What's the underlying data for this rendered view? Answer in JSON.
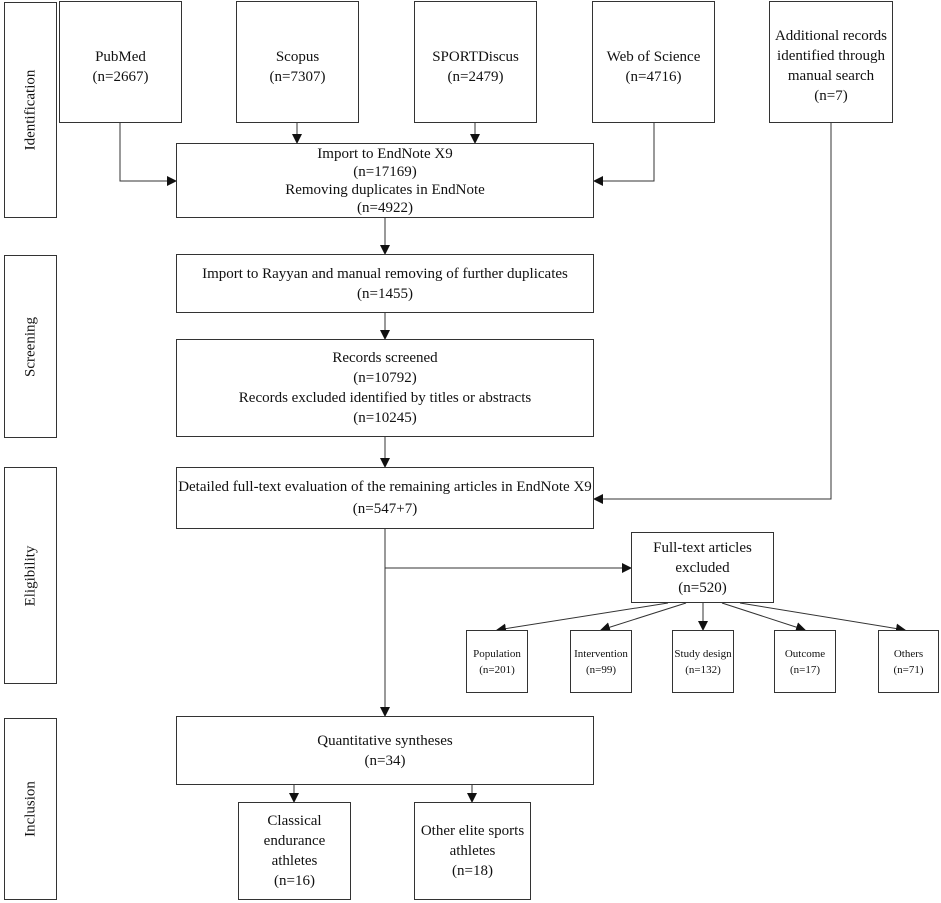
{
  "stages": {
    "identification": "Identification",
    "screening": "Screening",
    "eligibility": "Eligibility",
    "inclusion": "Inclusion"
  },
  "sources": {
    "pubmed": {
      "name": "PubMed",
      "count": "(n=2667)"
    },
    "scopus": {
      "name": "Scopus",
      "count": "(n=7307)"
    },
    "sportdiscus": {
      "name": "SPORTDiscus",
      "count": "(n=2479)"
    },
    "wos": {
      "name": "Web of Science",
      "count": "(n=4716)"
    },
    "manual": {
      "line1": "Additional records",
      "line2": "identified through",
      "line3": "manual search",
      "count": "(n=7)"
    }
  },
  "import_endnote": {
    "line1": "Import to EndNote X9",
    "count1": "(n=17169)",
    "line2": "Removing duplicates in EndNote",
    "count2": "(n=4922)"
  },
  "rayyan": {
    "line1": "Import to Rayyan and manual removing of further duplicates",
    "count": "(n=1455)"
  },
  "screened": {
    "line1": "Records screened",
    "count1": "(n=10792)",
    "line2": "Records excluded identified by titles or abstracts",
    "count2": "(n=10245)"
  },
  "fulltext_eval": {
    "line1": "Detailed full-text evaluation of the remaining articles in EndNote X9",
    "count": "(n=547+7)"
  },
  "excluded": {
    "line1": "Full-text articles",
    "line2": "excluded",
    "count": "(n=520)"
  },
  "reasons": [
    {
      "label": "Population",
      "count": "(n=201)"
    },
    {
      "label": "Intervention",
      "count": "(n=99)"
    },
    {
      "label": "Study design",
      "count": "(n=132)"
    },
    {
      "label": "Outcome",
      "count": "(n=17)"
    },
    {
      "label": "Others",
      "count": "(n=71)"
    }
  ],
  "quantitative": {
    "line1": "Quantitative syntheses",
    "count": "(n=34)"
  },
  "endurance": {
    "line1": "Classical",
    "line2": "endurance",
    "line3": "athletes",
    "count": "(n=16)"
  },
  "other_elite": {
    "line1": "Other elite sports",
    "line2": "athletes",
    "count": "(n=18)"
  }
}
